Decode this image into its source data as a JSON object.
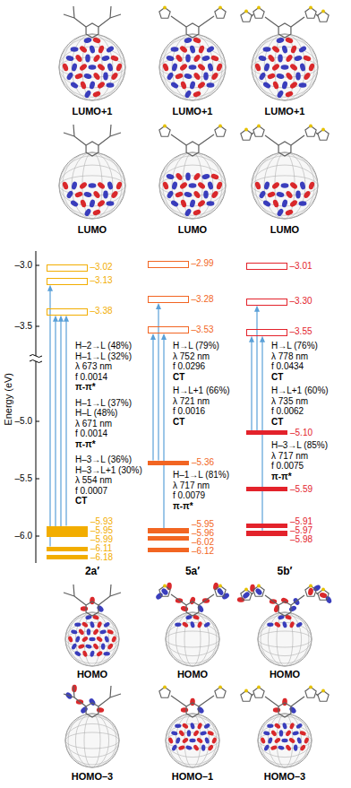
{
  "diagram": {
    "nodes": [
      {
        "text": [
          "–3.02"
        ]
      },
      {
        "text": [
          "–3.13"
        ]
      },
      {
        "text": [
          "–3.38"
        ]
      },
      {
        "text": [
          "–5.93"
        ]
      },
      {
        "text": [
          "–5.95"
        ]
      },
      {
        "text": [
          "–5.99"
        ]
      },
      {
        "text": [
          "–6.11"
        ]
      },
      {
        "text": [
          "–6.18"
        ]
      },
      {
        "text": [
          "–2.99"
        ]
      },
      {
        "text": [
          "–3.28"
        ]
      },
      {
        "text": [
          "–3.53"
        ]
      },
      {
        "text": [
          "–5.36"
        ]
      },
      {
        "text": [
          "–5.95"
        ]
      },
      {
        "text": [
          "–5.96"
        ]
      },
      {
        "text": [
          "–6.02"
        ]
      },
      {
        "text": [
          "–6.12"
        ]
      },
      {
        "text": [
          "–3.01"
        ]
      },
      {
        "text": [
          "–3.30"
        ]
      },
      {
        "text": [
          "–3.55"
        ]
      },
      {
        "text": [
          "–5.10"
        ]
      },
      {
        "text": [
          "–5.59"
        ]
      },
      {
        "text": [
          "–5.91"
        ]
      },
      {
        "text": [
          "–5.97"
        ]
      },
      {
        "text": [
          "–5.98"
        ]
      }
    ],
    "edges": [
      {
        "from": 5,
        "to": 2,
        "arrow": "to"
      },
      {
        "from": 4,
        "to": 2,
        "arrow": "to"
      },
      {
        "from": 3,
        "to": 2,
        "arrow": "to"
      },
      {
        "from": 6,
        "to": 1,
        "arrow": "to"
      },
      {
        "from": 11,
        "to": 10,
        "arrow": "to"
      },
      {
        "from": 11,
        "to": 9,
        "arrow": "to"
      },
      {
        "from": 12,
        "to": 10,
        "arrow": "to"
      },
      {
        "from": 19,
        "to": 18,
        "arrow": "to"
      },
      {
        "from": 19,
        "to": 17,
        "arrow": "to"
      },
      {
        "from": 22,
        "to": 18,
        "arrow": "to"
      }
    ],
    "labels": [
      "LUMO+1",
      "LUMO+1",
      "LUMO+1",
      "LUMO",
      "LUMO",
      "LUMO",
      "Energy (eV)",
      "–3.0",
      "–3.5",
      "–5.0",
      "–5.5",
      "–6.0",
      "H–2→L (48%)",
      "H–1→L (32%)",
      "λ 673 nm",
      "f 0.0014",
      "π-π*",
      "H–1→L (37%)",
      "H–L (48%)",
      "λ 671 nm",
      "f 0.0014",
      "π-π*",
      "H–3→L (36%)",
      "H–3→L+1 (30%)",
      "λ 554 nm",
      "f 0.0007",
      "CT",
      "H→L (79%)",
      "λ 752 nm",
      "f 0.0296",
      "CT",
      "H→L+1 (66%)",
      "λ 721 nm",
      "f 0.0016",
      "CT",
      "H–1→L (81%)",
      "λ 717 nm",
      "f 0.0079",
      "π-π*",
      "H→L (76%)",
      "λ 778 nm",
      "f 0.0434",
      "CT",
      "H→L+1 (60%)",
      "λ 735 nm",
      "f 0.0062",
      "CT",
      "H–3→L (85%)",
      "λ 717 nm",
      "f 0.0075",
      "π-π*",
      "2a′",
      "5a′",
      "5b′",
      "HOMO",
      "HOMO",
      "HOMO",
      "HOMO–3",
      "HOMO–1",
      "HOMO–3"
    ]
  }
}
